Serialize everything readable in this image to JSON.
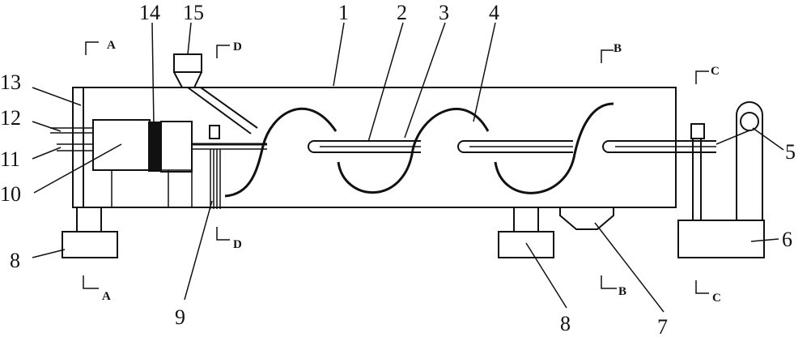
{
  "part_labels": [
    {
      "id": "p1",
      "text": "1"
    },
    {
      "id": "p2",
      "text": "2"
    },
    {
      "id": "p3",
      "text": "3"
    },
    {
      "id": "p4",
      "text": "4"
    },
    {
      "id": "p5",
      "text": "5"
    },
    {
      "id": "p6",
      "text": "6"
    },
    {
      "id": "p7",
      "text": "7"
    },
    {
      "id": "p8a",
      "text": "8"
    },
    {
      "id": "p8b",
      "text": "8"
    },
    {
      "id": "p9",
      "text": "9"
    },
    {
      "id": "p10",
      "text": "10"
    },
    {
      "id": "p11",
      "text": "11"
    },
    {
      "id": "p12",
      "text": "12"
    },
    {
      "id": "p13",
      "text": "13"
    },
    {
      "id": "p14",
      "text": "14"
    },
    {
      "id": "p15",
      "text": "15"
    }
  ],
  "section_marks": [
    {
      "id": "A_top",
      "text": "A"
    },
    {
      "id": "A_bot",
      "text": "A"
    },
    {
      "id": "B_top",
      "text": "B"
    },
    {
      "id": "B_bot",
      "text": "B"
    },
    {
      "id": "C_top",
      "text": "C"
    },
    {
      "id": "C_bot",
      "text": "C"
    },
    {
      "id": "D_top",
      "text": "D"
    },
    {
      "id": "D_bot",
      "text": "D"
    }
  ]
}
